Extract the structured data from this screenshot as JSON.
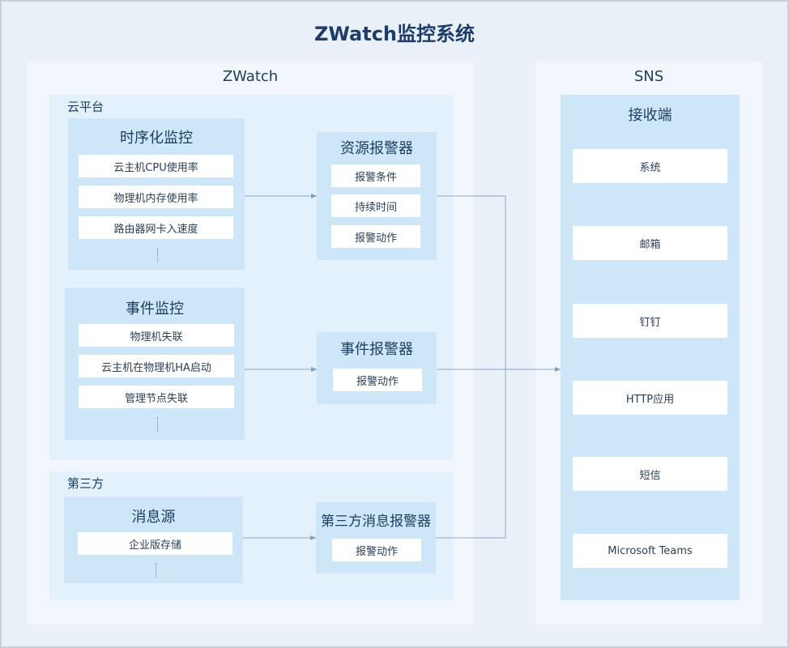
{
  "title": "ZWatch监控系统",
  "zwatch": {
    "label": "ZWatch",
    "cloud": {
      "label": "云平台",
      "timeseries": {
        "label": "时序化监控",
        "items": [
          "云主机CPU使用率",
          "物理机内存使用率",
          "路由器网卡入速度"
        ]
      },
      "resource_alarm": {
        "label": "资源报警器",
        "items": [
          "报警条件",
          "持续时间",
          "报警动作"
        ]
      },
      "event_monitor": {
        "label": "事件监控",
        "items": [
          "物理机失联",
          "云主机在物理机HA启动",
          "管理节点失联"
        ]
      },
      "event_alarm": {
        "label": "事件报警器",
        "items": [
          "报警动作"
        ]
      }
    },
    "third_party": {
      "label": "第三方",
      "message_source": {
        "label": "消息源",
        "items": [
          "企业版存储"
        ]
      },
      "third_alarm": {
        "label": "第三方消息报警器",
        "items": [
          "报警动作"
        ]
      }
    }
  },
  "sns": {
    "label": "SNS",
    "receiver": {
      "label": "接收端",
      "items": [
        "系统",
        "邮箱",
        "钉钉",
        "HTTP应用",
        "短信",
        "Microsoft Teams"
      ]
    }
  },
  "colors": {
    "connector": "#8aa9c8"
  }
}
